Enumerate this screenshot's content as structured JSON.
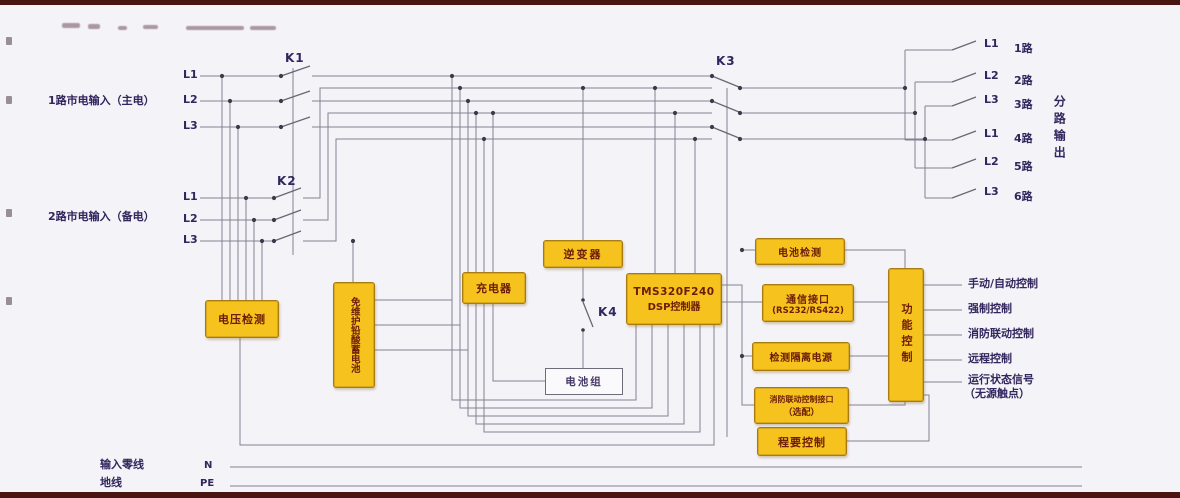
{
  "inputs": {
    "main": {
      "label": "1路市电输入（主电）",
      "phases": [
        "L1",
        "L2",
        "L3"
      ]
    },
    "backup": {
      "label": "2路市电输入（备电）",
      "phases": [
        "L1",
        "L2",
        "L3"
      ]
    },
    "neutral": {
      "label": "输入零线",
      "symbol": "N"
    },
    "ground": {
      "label": "地线",
      "symbol": "PE"
    }
  },
  "switches": {
    "k1": "K1",
    "k2": "K2",
    "k3": "K3",
    "k4": "K4"
  },
  "blocks": {
    "voltage_detection": "电压检测",
    "battery_bank": {
      "col_right": "免维护铅",
      "col_left": "酸蓄电池"
    },
    "charger": "充电器",
    "inverter": "逆变器",
    "dsp": {
      "line1": "TMS320F240",
      "line2": "DSP控制器"
    },
    "battery_pack": "电池组",
    "battery_detection": "电池检测",
    "comm_port": {
      "line1": "通信接口",
      "line2": "(RS232/RS422)"
    },
    "isolated_supply": "检测隔离电源",
    "fire_linkage": {
      "line1": "消防联动控制接口",
      "line2": "（选配）"
    },
    "program_control": "程要控制",
    "function_control": "功能控制"
  },
  "branch_output": {
    "group_label": "分路输出",
    "rows": [
      {
        "phase": "L1",
        "route": "1路"
      },
      {
        "phase": "L2",
        "route": "2路"
      },
      {
        "phase": "L3",
        "route": "3路"
      },
      {
        "phase": "L1",
        "route": "4路"
      },
      {
        "phase": "L2",
        "route": "5路"
      },
      {
        "phase": "L3",
        "route": "6路"
      }
    ]
  },
  "control_outputs": [
    {
      "label": "手动/自动控制"
    },
    {
      "label": "强制控制"
    },
    {
      "label": "消防联动控制"
    },
    {
      "label": "远程控制"
    },
    {
      "label": "运行状态信号",
      "label2": "（无源触点）"
    }
  ],
  "colors": {
    "box_fill": "#f6c31e",
    "box_border": "#a87b10",
    "box_text": "#6d1c08",
    "wire": "#85828f",
    "label_text": "#32265e",
    "edge_bar": "#4a1411"
  }
}
